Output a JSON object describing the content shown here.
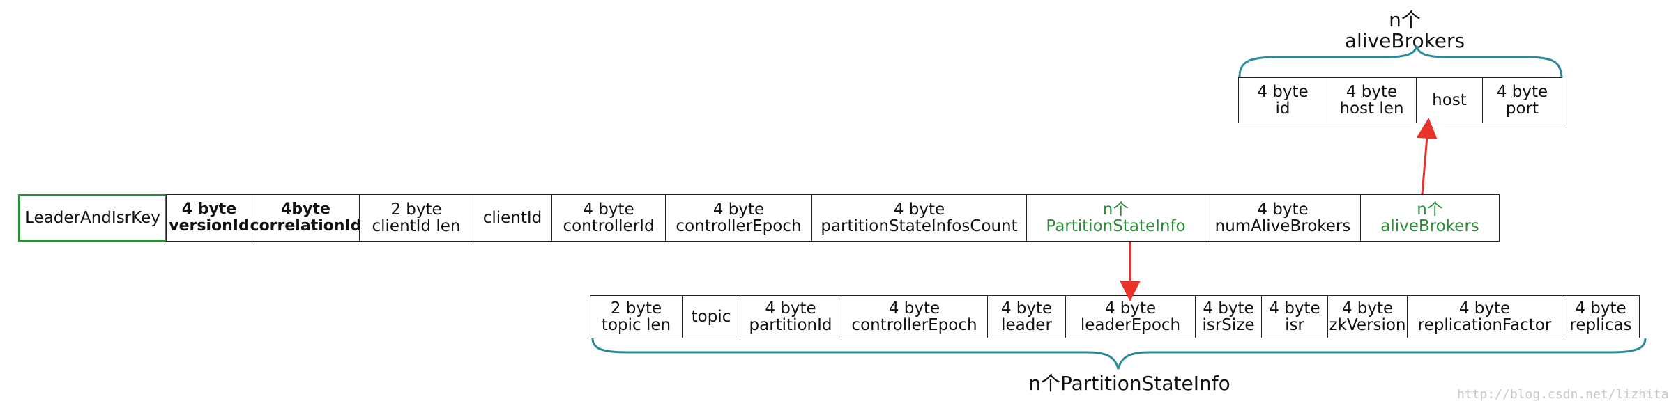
{
  "colors": {
    "accent_green": "#2e8b3a",
    "brace_teal": "#2a8a9a",
    "arrow_red": "#e8322a"
  },
  "key_label": "LeaderAndIsrKey",
  "main_fields": [
    {
      "text": "4 byte\nversionId",
      "style": "bold"
    },
    {
      "text": "4byte\ncorrelationId",
      "style": "bold"
    },
    {
      "text": "2 byte\nclientId len"
    },
    {
      "text": "clientId"
    },
    {
      "text": "4 byte\ncontrollerId"
    },
    {
      "text": "4 byte\ncontrollerEpoch"
    },
    {
      "text": "4 byte\npartitionStateInfosCount"
    },
    {
      "text": "n个\nPartitionStateInfo",
      "style": "green"
    },
    {
      "text": "4 byte\nnumAliveBrokers"
    },
    {
      "text": "n个\naliveBrokers",
      "style": "green"
    }
  ],
  "broker_fields": [
    {
      "text": "4 byte\nid"
    },
    {
      "text": "4 byte\nhost len"
    },
    {
      "text": "host"
    },
    {
      "text": "4 byte\nport"
    }
  ],
  "broker_brace_label": "n个\naliveBrokers",
  "partition_fields": [
    {
      "text": "2 byte\ntopic len"
    },
    {
      "text": "topic"
    },
    {
      "text": "4 byte\npartitionId"
    },
    {
      "text": "4 byte\ncontrollerEpoch"
    },
    {
      "text": "4 byte\nleader"
    },
    {
      "text": "4 byte\nleaderEpoch"
    },
    {
      "text": "4 byte\nisrSize"
    },
    {
      "text": "4 byte\nisr"
    },
    {
      "text": "4 byte\nzkVersion"
    },
    {
      "text": "4 byte\nreplicationFactor"
    },
    {
      "text": "4 byte\nreplicas"
    }
  ],
  "partition_brace_label": "n个PartitionStateInfo",
  "watermark": "http://blog.csdn.net/lizhitao"
}
